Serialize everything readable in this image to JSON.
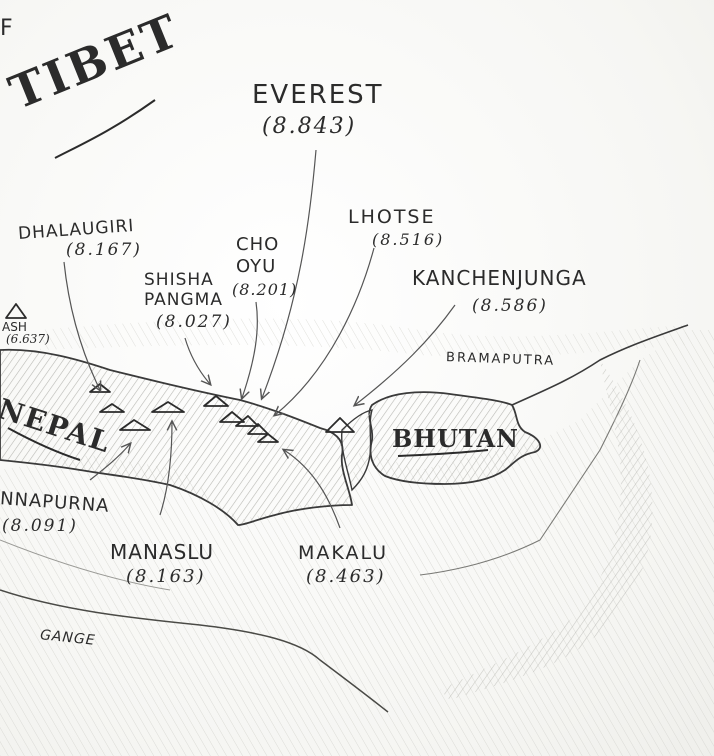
{
  "regions": {
    "tibet": "TIBET",
    "nepal": "NEPAL",
    "bhutan": "BHUTAN"
  },
  "rivers": {
    "bramaputra": "BRAMAPUTRA",
    "gange": "GANGE"
  },
  "corner_mark": "F",
  "peaks": {
    "everest": {
      "name": "EVEREST",
      "elevation": "(8.843)"
    },
    "lhotse": {
      "name": "LHOTSE",
      "elevation": "(8.516)"
    },
    "kanchenjunga": {
      "name": "KANCHENJUNGA",
      "elevation": "(8.586)"
    },
    "dhalaugiri": {
      "name": "DHALAUGIRI",
      "elevation": "(8.167)"
    },
    "cho_oyu": {
      "name_line1": "CHO",
      "name_line2": "OYU",
      "elevation": "(8.201)"
    },
    "shisha_pangma": {
      "name_line1": "SHISHA",
      "name_line2": "PANGMA",
      "elevation": "(8.027)"
    },
    "kailash": {
      "name": "ASH",
      "elevation": "(6.637)"
    },
    "annapurna": {
      "name": "NNAPURNA",
      "elevation": "(8.091)"
    },
    "manaslu": {
      "name": "MANASLU",
      "elevation": "(8.163)"
    },
    "makalu": {
      "name": "MAKALU",
      "elevation": "(8.463)"
    }
  }
}
